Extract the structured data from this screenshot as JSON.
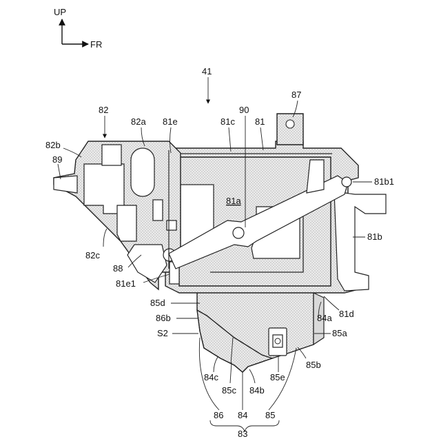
{
  "axes": {
    "up_label": "UP",
    "fr_label": "FR"
  },
  "labels": {
    "l41": "41",
    "l82": "82",
    "l82a": "82a",
    "l81e": "81e",
    "l90": "90",
    "l81c": "81c",
    "l81": "81",
    "l87": "87",
    "l82b": "82b",
    "l89": "89",
    "l81b1": "81b1",
    "l81a": "81a",
    "l82c": "82c",
    "l81b": "81b",
    "l88": "88",
    "l81e1": "81e1",
    "l85d": "85d",
    "l81d": "81d",
    "l86b": "86b",
    "l84a": "84a",
    "lS2": "S2",
    "l85a": "85a",
    "l84c": "84c",
    "l85b": "85b",
    "l85e": "85e",
    "l85c": "85c",
    "l84b": "84b",
    "l86": "86",
    "l84": "84",
    "l85": "85",
    "l83": "83"
  }
}
